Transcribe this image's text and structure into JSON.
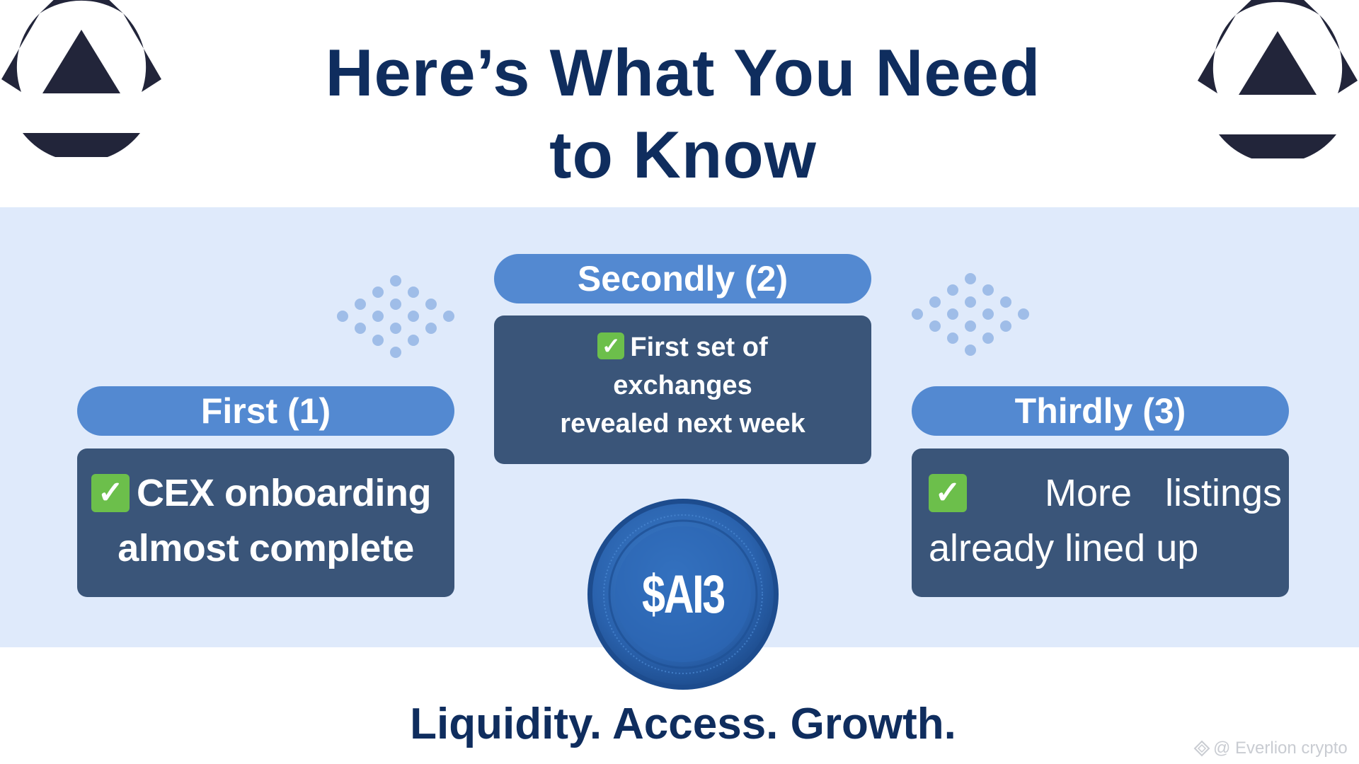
{
  "header": {
    "title_line1": "Here’s What You Need",
    "title_line2": "to Know",
    "logo_icon": "triangle-circle-logo-icon"
  },
  "steps": [
    {
      "label": "First (1)",
      "text_line1": "CEX onboarding",
      "text_line2": "almost complete",
      "check_icon": "check-mark-icon"
    },
    {
      "label": "Secondly (2)",
      "text_line1": "First set of",
      "text_line2": "exchanges",
      "text_line3": "revealed next week",
      "check_icon": "check-mark-icon"
    },
    {
      "label": "Thirdly (3)",
      "text_word1": "More",
      "text_word2": "listings",
      "text_line2": "already lined up",
      "check_icon": "check-mark-icon"
    }
  ],
  "coin": {
    "ticker": "$AI3"
  },
  "footer": {
    "tagline": "Liquidity. Access. Growth.",
    "watermark": "@ Everlion crypto"
  },
  "colors": {
    "title": "#0f2d5e",
    "band": "#dfeafb",
    "pill": "#5389d1",
    "card": "#3a5579",
    "check": "#6cbf4b",
    "coin": "#2f66b3",
    "logo": "#22253a"
  }
}
